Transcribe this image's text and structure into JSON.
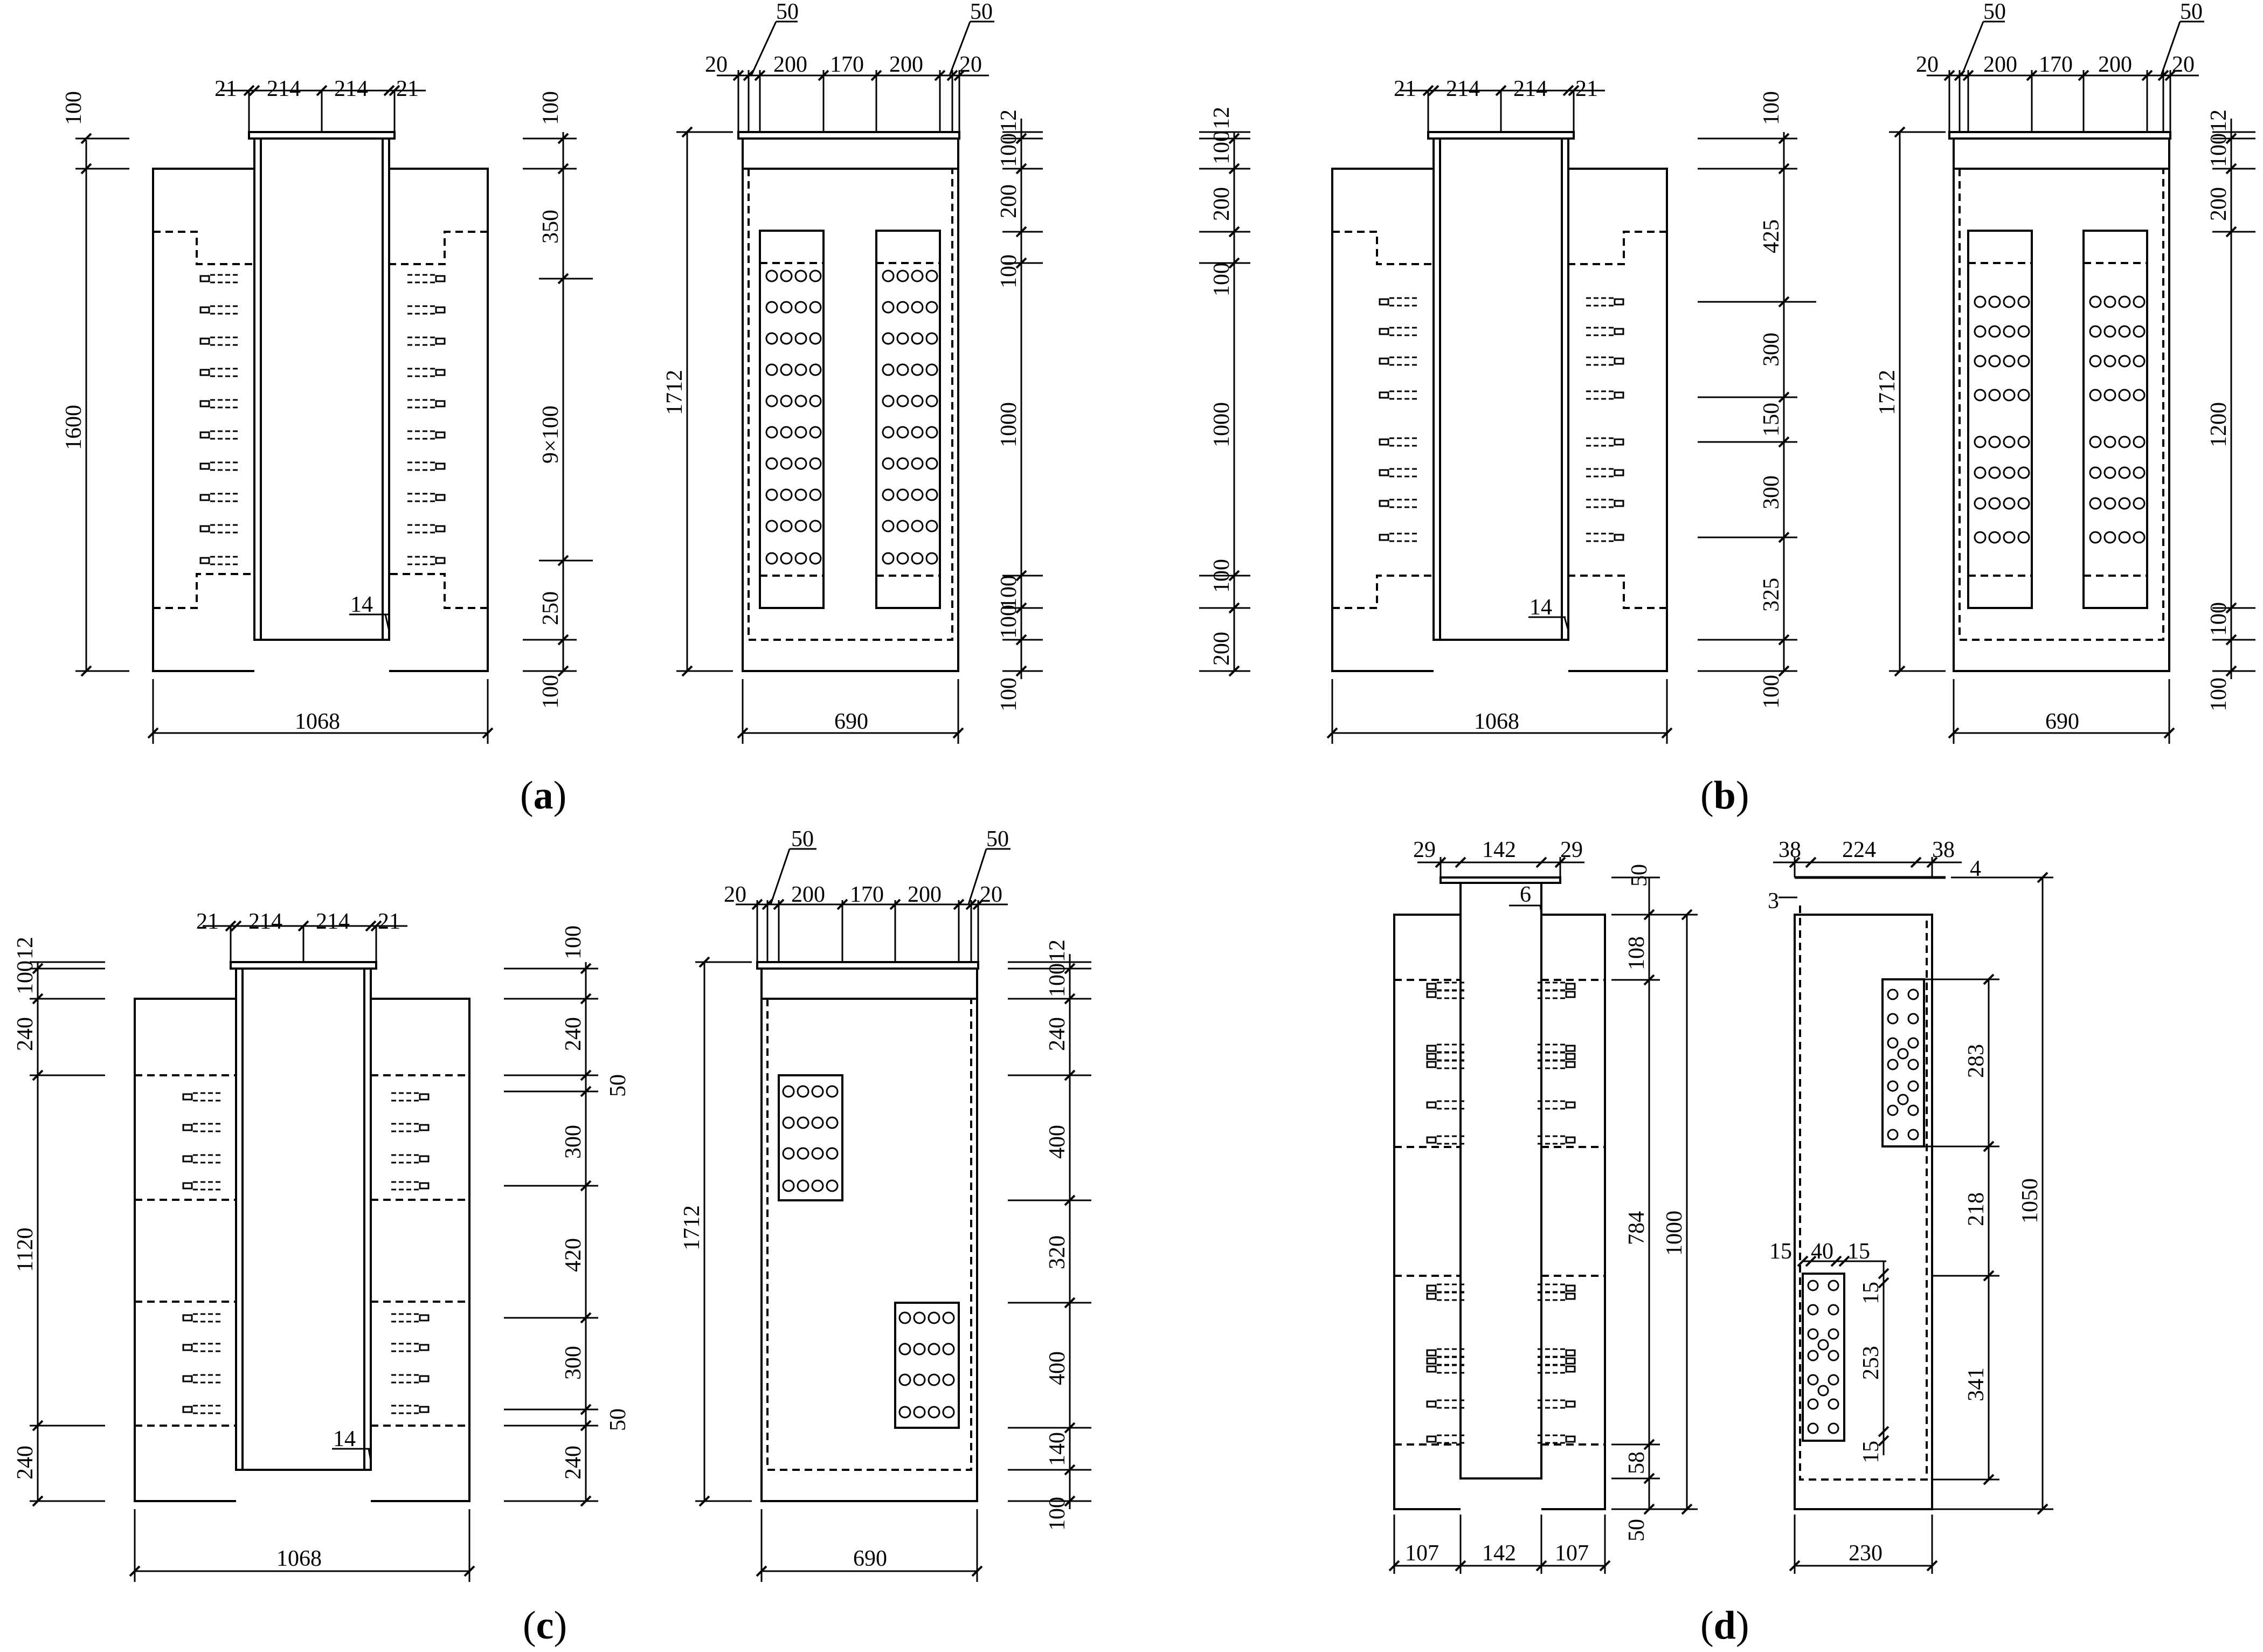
{
  "panels": [
    {
      "id": "a",
      "caption_letter": "a",
      "elevation": {
        "top_dims": [
          "21",
          "214",
          "214",
          "21"
        ],
        "left_dims": [
          "100",
          "1600"
        ],
        "right_dims": [
          "100",
          "350",
          "9×100",
          "250",
          "100"
        ],
        "weld_label": "14",
        "width_label": "1068"
      },
      "side": {
        "top_dims": [
          "20",
          "200",
          "170",
          "200",
          "20"
        ],
        "top_leaders": [
          "50",
          "50"
        ],
        "left_dims": [
          "1712"
        ],
        "right_dims": [
          "12",
          "100",
          "200",
          "100",
          "1000",
          "100",
          "100",
          "100"
        ],
        "width_label": "690"
      }
    },
    {
      "id": "b",
      "caption_letter": "b",
      "elevation": {
        "top_dims": [
          "21",
          "214",
          "214",
          "21"
        ],
        "left_dims": [
          "12",
          "100",
          "200",
          "100",
          "1000",
          "100",
          "200"
        ],
        "right_dims": [
          "100",
          "425",
          "300",
          "150",
          "300",
          "325",
          "100"
        ],
        "weld_label": "14",
        "width_label": "1068"
      },
      "side": {
        "top_dims": [
          "20",
          "200",
          "170",
          "200",
          "20"
        ],
        "top_leaders": [
          "50",
          "50"
        ],
        "left_dims": [
          "1712"
        ],
        "right_dims": [
          "12",
          "100",
          "200",
          "1200",
          "100",
          "100"
        ],
        "width_label": "690"
      }
    },
    {
      "id": "c",
      "caption_letter": "c",
      "elevation": {
        "top_dims": [
          "21",
          "214",
          "214",
          "21"
        ],
        "left_dims": [
          "12",
          "100",
          "240",
          "1120",
          "240"
        ],
        "right_dims": [
          "100",
          "240",
          "50",
          "300",
          "420",
          "300",
          "50",
          "240"
        ],
        "weld_label": "14",
        "width_label": "1068"
      },
      "side": {
        "top_dims": [
          "20",
          "200",
          "170",
          "200",
          "20"
        ],
        "top_leaders": [
          "50",
          "50"
        ],
        "left_dims": [
          "1712"
        ],
        "right_dims": [
          "12",
          "100",
          "240",
          "400",
          "320",
          "400",
          "140",
          "100"
        ],
        "width_label": "690"
      }
    },
    {
      "id": "d",
      "caption_letter": "d",
      "elevation": {
        "top_dims": [
          "29",
          "142",
          "29"
        ],
        "right_dims": [
          "50",
          "108",
          "784",
          "58",
          "50",
          "1000",
          "6"
        ],
        "bottom_dims": [
          "107",
          "142",
          "107"
        ]
      },
      "side": {
        "top_dims": [
          "38",
          "224",
          "38",
          "4"
        ],
        "left_dims": [
          "3"
        ],
        "plate_dims": [
          "15",
          "40",
          "15",
          "15",
          "253",
          "15"
        ],
        "right_dims": [
          "283",
          "218",
          "341",
          "1050"
        ],
        "width_label": "230"
      }
    }
  ],
  "colors": {
    "ink": "#000000",
    "paper": "#ffffff"
  }
}
